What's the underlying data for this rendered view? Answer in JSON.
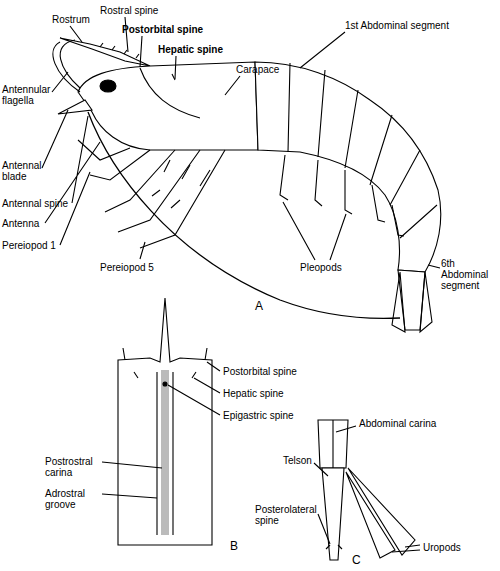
{
  "diagram": {
    "labels": [
      "Rostrum",
      "Rostral spine",
      "Postorbital spine",
      "Hepatic spine",
      "Carapace",
      "1st Abdominal segment",
      "Antennular flagella",
      "Antennal blade",
      "Antennal spine",
      "Antenna",
      "Pereiopod 1",
      "Pereiopod 5",
      "Pleopods",
      "6th Abdominal segment",
      "A",
      "Postorbital spine",
      "Hepatic spine",
      "Epigastric spine",
      "Postrostral carina",
      "Adrostral groove",
      "B",
      "Abdominal carina",
      "Telson",
      "Posterolateral spine",
      "Uropods",
      "C"
    ]
  }
}
